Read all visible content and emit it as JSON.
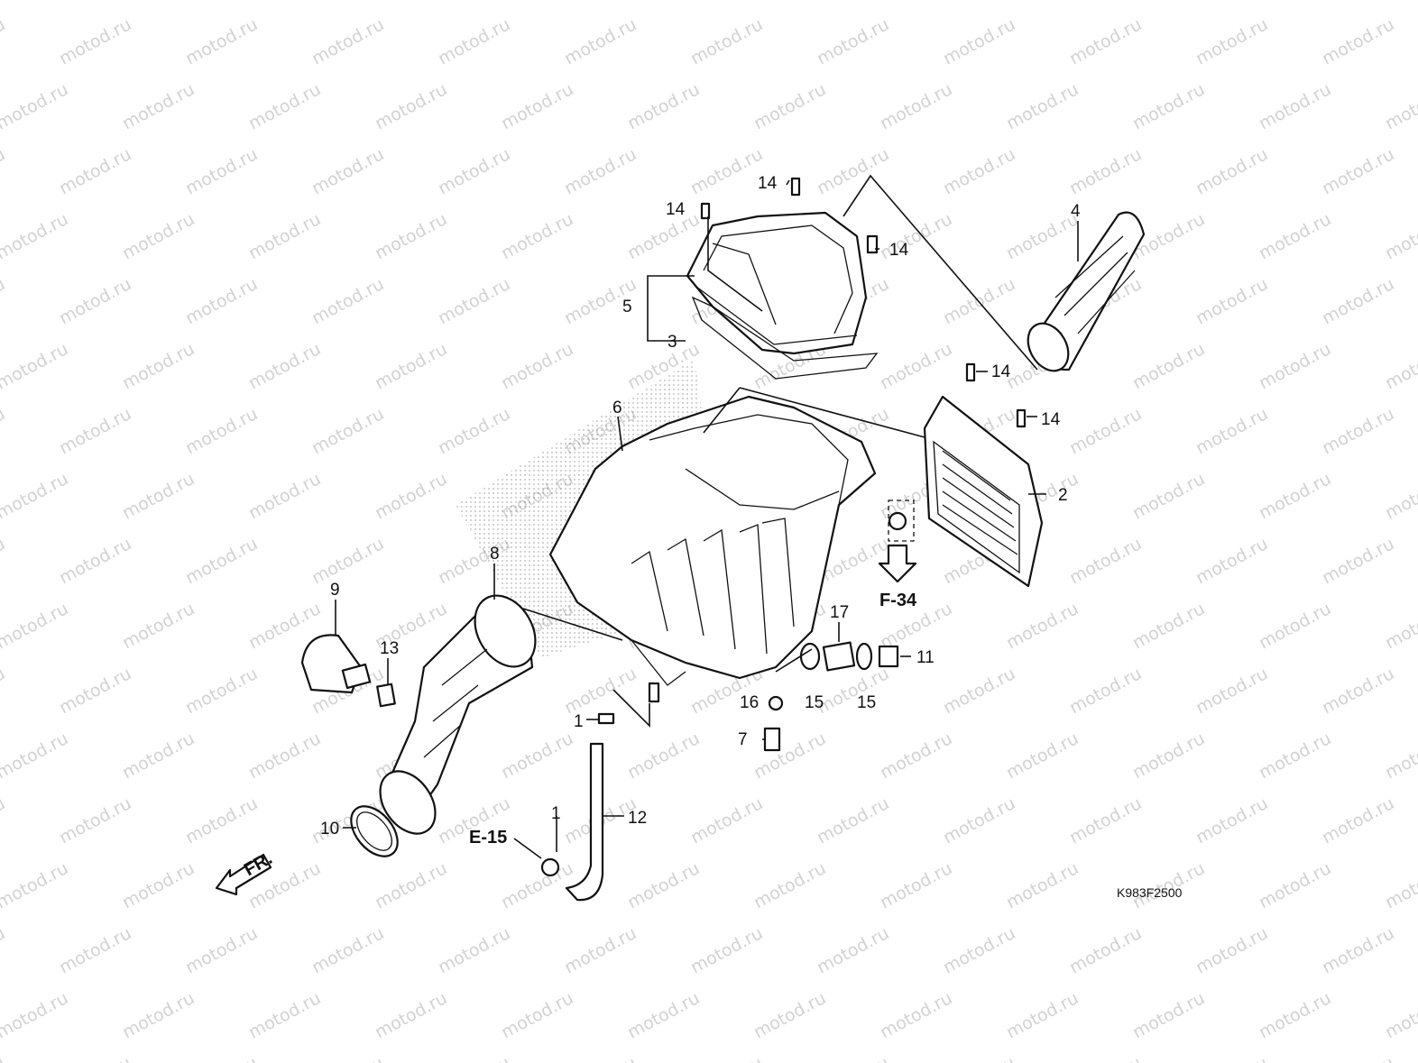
{
  "watermark": {
    "text": "motod.ru"
  },
  "callouts": [
    {
      "id": "c1a",
      "text": "1"
    },
    {
      "id": "c1b",
      "text": "1"
    },
    {
      "id": "c2",
      "text": "2"
    },
    {
      "id": "c3",
      "text": "3"
    },
    {
      "id": "c4",
      "text": "4"
    },
    {
      "id": "c5",
      "text": "5"
    },
    {
      "id": "c6",
      "text": "6"
    },
    {
      "id": "c7",
      "text": "7"
    },
    {
      "id": "c8",
      "text": "8"
    },
    {
      "id": "c9",
      "text": "9"
    },
    {
      "id": "c10",
      "text": "10"
    },
    {
      "id": "c11",
      "text": "11"
    },
    {
      "id": "c12",
      "text": "12"
    },
    {
      "id": "c13",
      "text": "13"
    },
    {
      "id": "c14a",
      "text": "14"
    },
    {
      "id": "c14b",
      "text": "14"
    },
    {
      "id": "c14c",
      "text": "14"
    },
    {
      "id": "c14d",
      "text": "14"
    },
    {
      "id": "c14e",
      "text": "14"
    },
    {
      "id": "c15a",
      "text": "15"
    },
    {
      "id": "c15b",
      "text": "15"
    },
    {
      "id": "c16",
      "text": "16"
    },
    {
      "id": "c17",
      "text": "17"
    }
  ],
  "references": {
    "f34": "F-34",
    "e15": "E-15"
  },
  "front_marker": "FR.",
  "diagram_code": "K983F2500"
}
